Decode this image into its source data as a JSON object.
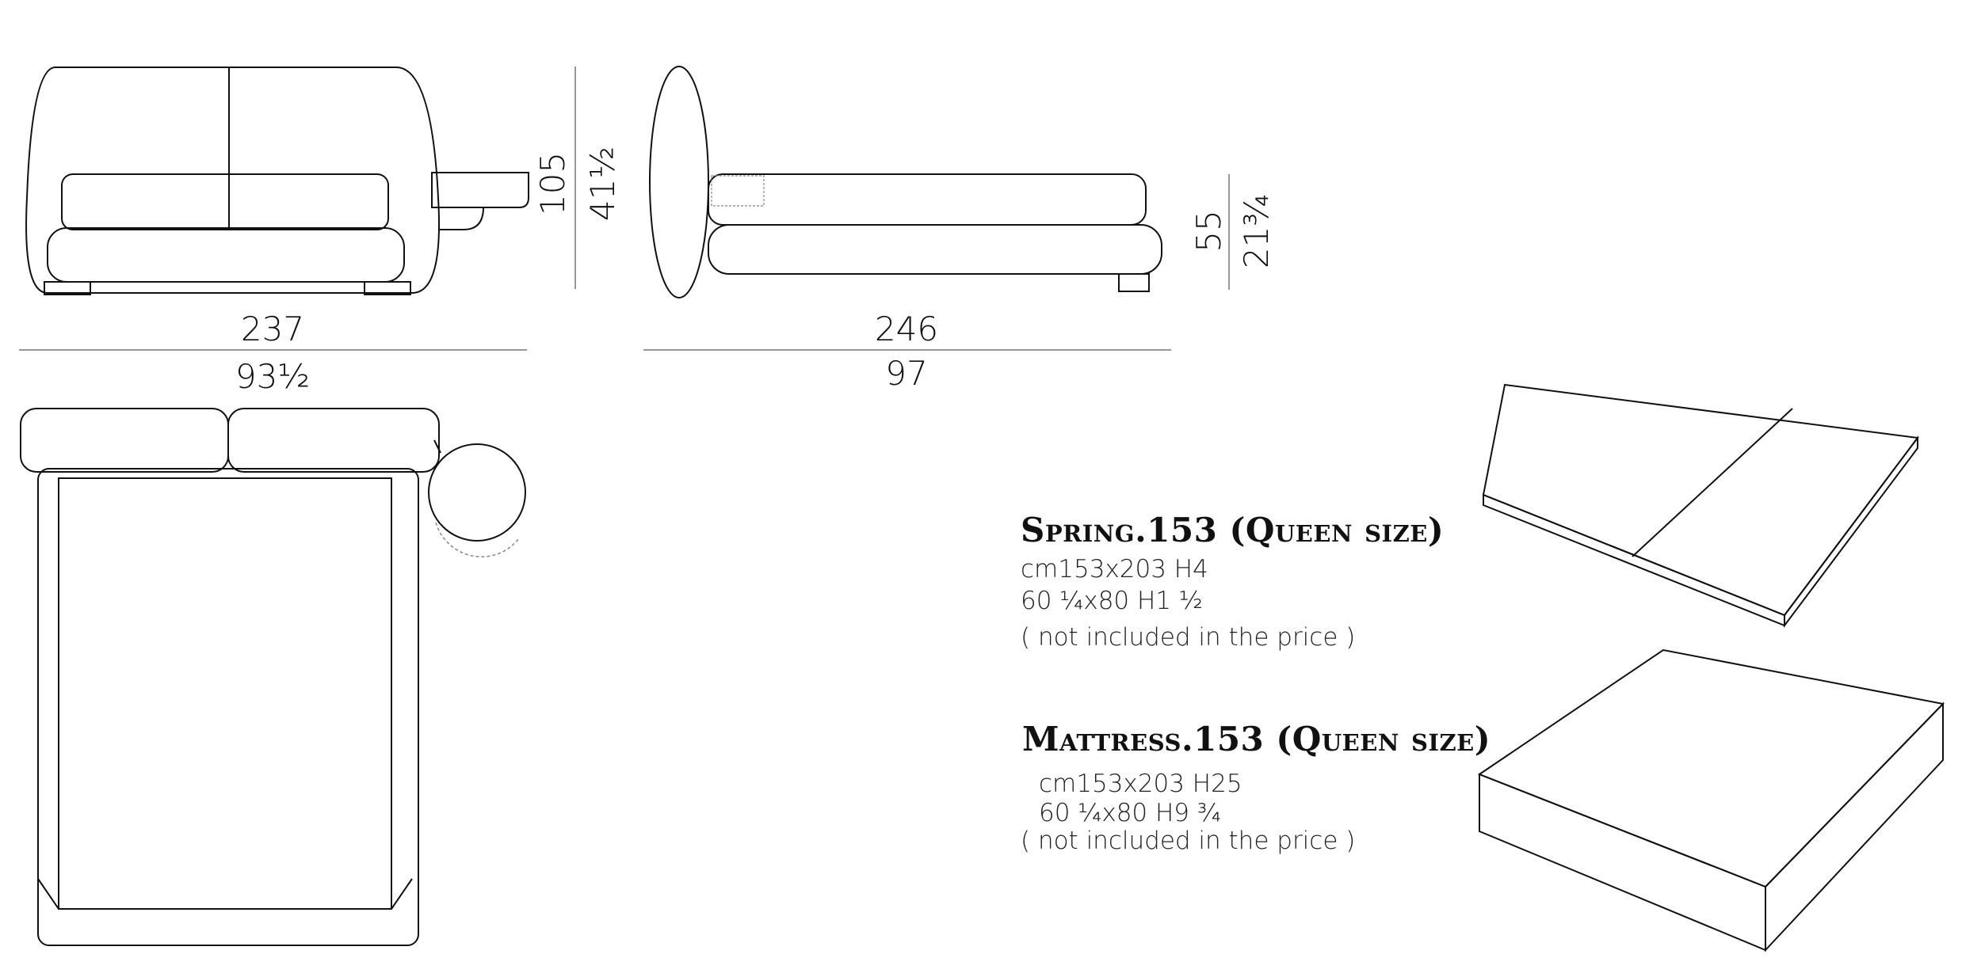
{
  "views": {
    "front": {
      "width_cm": "237",
      "width_in": "93½",
      "height_cm": "105",
      "height_in": "41½"
    },
    "side": {
      "length_cm": "246",
      "length_in": "97",
      "height_cm": "55",
      "height_in": "21¾"
    }
  },
  "spring": {
    "title": "Spring.153 (Queen size)",
    "size_cm": "cm153x203 H4",
    "size_in": "60 ¼x80 H1 ½",
    "note": "( not included in the price )"
  },
  "mattress": {
    "title": "Mattress.153 (Queen size)",
    "size_cm": "cm153x203 H25",
    "size_in": "60 ¼x80 H9 ¾",
    "note": "( not included in the price )"
  }
}
